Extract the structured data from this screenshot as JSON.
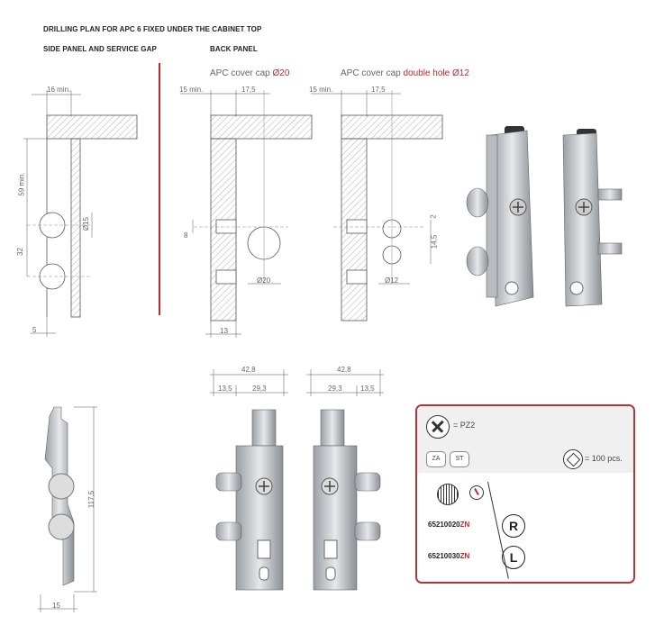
{
  "headings": {
    "main": "DRILLING PLAN FOR APC 6 FIXED UNDER THE CABINET TOP",
    "side": "SIDE PANEL AND SERVICE GAP",
    "back": "BACK PANEL"
  },
  "captions": {
    "cap1_prefix": "APC cover cap ",
    "cap1_highlight": "Ø20",
    "cap2_prefix": "APC cover cap ",
    "cap2_highlight": "double hole Ø12"
  },
  "side_dims": {
    "top": "16 min.",
    "vertical1": "59 min.",
    "vertical2": "32",
    "hole": "Ø15",
    "bottom": "5"
  },
  "back1_dims": {
    "left": "15 min.",
    "right": "17,5",
    "vertical": "8",
    "hole": "Ø20",
    "bottom": "13"
  },
  "back2_dims": {
    "left": "15 min.",
    "right": "17,5",
    "v1": "2",
    "v2": "14,5",
    "hole": "Ø12"
  },
  "profile_dims": {
    "height": "117,5",
    "bottom": "15"
  },
  "front_left_dims": {
    "total": "42,8",
    "a": "13,5",
    "b": "29,3"
  },
  "front_right_dims": {
    "total": "42,8",
    "a": "29,3",
    "b": "13,5"
  },
  "card": {
    "screwdriver": "= PZ2",
    "badge_za": "ZA",
    "badge_st": "ST",
    "box_label": "= 100 pcs.",
    "right_code_num": "65210020",
    "right_code_suffix": "ZN",
    "right_letter": "R",
    "left_code_num": "65210030",
    "left_code_suffix": "ZN",
    "left_letter": "L"
  },
  "colors": {
    "accent": "#c0272d",
    "card_border": "#b5333a",
    "card_header": "#f0f0f0",
    "metal": "#b8bcc0"
  }
}
